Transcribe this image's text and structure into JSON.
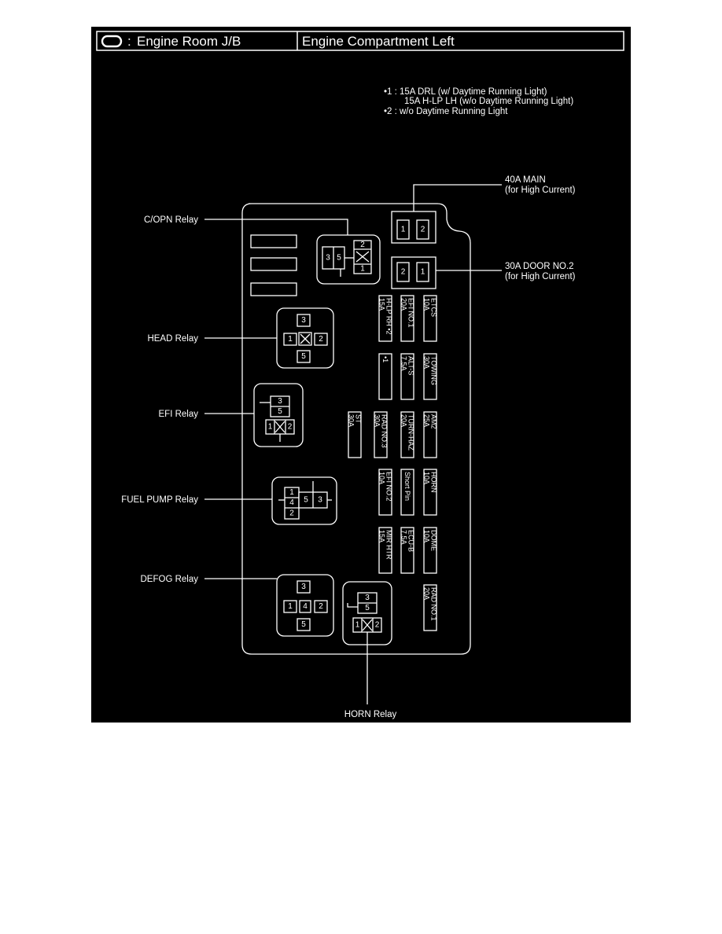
{
  "header": {
    "title": "Engine Room J/B",
    "location": "Engine Compartment Left"
  },
  "notes": [
    "•1 : 15A DRL (w/ Daytime Running Light)",
    "15A H-LP LH (w/o Daytime Running Light)",
    "•2 : w/o Daytime Running Light"
  ],
  "callouts": {
    "main_fuse": [
      "40A MAIN",
      "(for High Current)"
    ],
    "door_fuse": [
      "30A DOOR NO.2",
      "(for High Current)"
    ],
    "copn_relay": "C/OPN Relay",
    "head_relay": "HEAD Relay",
    "efi_relay": "EFI Relay",
    "fuel_pump_relay": "FUEL PUMP Relay",
    "defog_relay": "DEFOG Relay",
    "horn_relay": "HORN Relay"
  },
  "pins": {
    "main": [
      "1",
      "2"
    ],
    "door": [
      "2",
      "1"
    ],
    "copn": [
      "3",
      "5",
      "2",
      "1"
    ],
    "head": [
      "3",
      "1",
      "2",
      "5"
    ],
    "efi": [
      "3",
      "5",
      "1",
      "2"
    ],
    "fuel": [
      "1",
      "4",
      "2",
      "5",
      "3"
    ],
    "defog": [
      "3",
      "1",
      "4",
      "2",
      "5"
    ],
    "horn": [
      "3",
      "5",
      "1",
      "2"
    ]
  },
  "fuses": {
    "hlp_rh": [
      "H-LP RH •2",
      "15A"
    ],
    "efi_no1": [
      "EFI NO.1",
      "20A"
    ],
    "etcs": [
      "ETCS",
      "10A"
    ],
    "drl": [
      "•1"
    ],
    "alt_s": [
      "ALT-S",
      "7.5A"
    ],
    "towing": [
      "TOWING",
      "30A"
    ],
    "st": [
      "ST",
      "30A"
    ],
    "rad_no3": [
      "RAD NO.3",
      "30A"
    ],
    "turn_hz": [
      "TURN-HAZ",
      "20A"
    ],
    "am2": [
      "AM2",
      "25A"
    ],
    "efi_no2": [
      "EFI NO.2",
      "10A"
    ],
    "short_pin": [
      "Short Pin"
    ],
    "horn": [
      "HORN",
      "10A"
    ],
    "mir_htr": [
      "MIR HTR",
      "15A"
    ],
    "ecu_b": [
      "ECU-B",
      "7.5A"
    ],
    "dome": [
      "DOME",
      "10A"
    ],
    "rad_no1": [
      "RAD NO.1",
      "20A"
    ]
  }
}
